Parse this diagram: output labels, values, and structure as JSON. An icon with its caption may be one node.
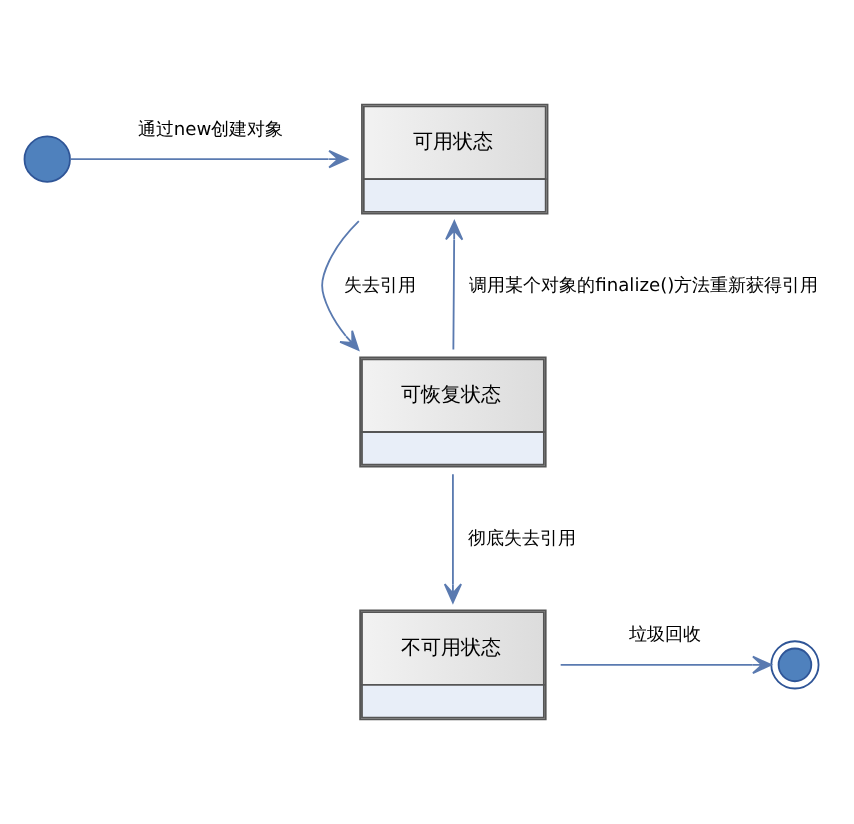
{
  "diagram": {
    "nodes": [
      {
        "text": [],
        "shape": "circle"
      },
      {
        "text": [
          "可用状态"
        ]
      },
      {
        "text": [
          "可恢复状态"
        ]
      },
      {
        "text": [
          "不可用状态"
        ]
      },
      {
        "text": [],
        "shape": "circle"
      }
    ],
    "edges": [
      {
        "from": 0,
        "to": 1,
        "arrow": "to",
        "label": "通过new创建对象"
      },
      {
        "from": 1,
        "to": 2,
        "arrow": "to",
        "label": "失去引用"
      },
      {
        "from": 2,
        "to": 1,
        "arrow": "to",
        "label": "调用某个对象的finalize()方法重新获得引用"
      },
      {
        "from": 2,
        "to": 3,
        "arrow": "to",
        "label": "彻底失去引用"
      },
      {
        "from": 3,
        "to": 4,
        "arrow": "to",
        "label": "垃圾回收"
      }
    ]
  }
}
